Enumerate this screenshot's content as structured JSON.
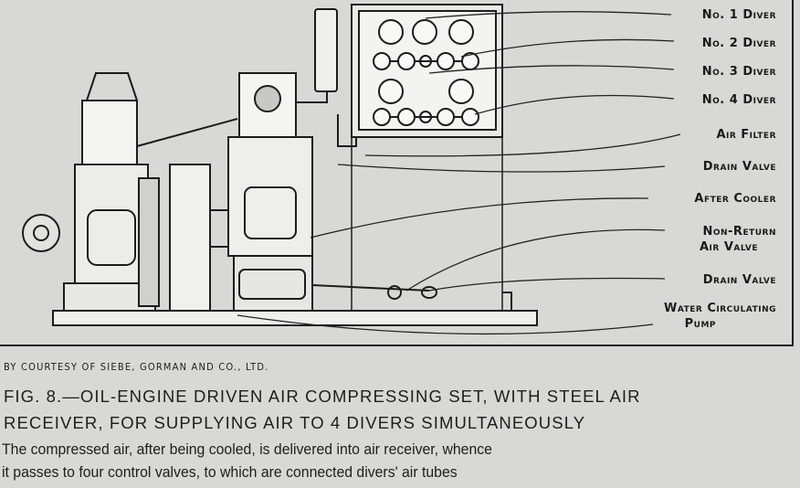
{
  "labels": {
    "diver1": "No. 1 Diver",
    "diver2": "No. 2 Diver",
    "diver3": "No. 3 Diver",
    "diver4": "No. 4 Diver",
    "air_filter": "Air Filter",
    "drain_valve_1": "Drain Valve",
    "after_cooler": "After Cooler",
    "non_return_1": "Non-Return",
    "non_return_2": "Air Valve",
    "drain_valve_2": "Drain Valve",
    "water_pump_1": "Water Circulating",
    "water_pump_2": "Pump"
  },
  "caption": {
    "courtesy": "BY COURTESY OF SIEBE, GORMAN AND CO., LTD.",
    "title_line1": "FIG. 8.—OIL-ENGINE DRIVEN AIR COMPRESSING SET, WITH STEEL AIR",
    "title_line2": "RECEIVER, FOR SUPPLYING AIR TO 4 DIVERS SIMULTANEOUSLY",
    "desc_line1": "The compressed air, after being cooled, is delivered into air receiver, whence",
    "desc_line2": "it passes to four control valves, to which are connected divers' air tubes"
  }
}
